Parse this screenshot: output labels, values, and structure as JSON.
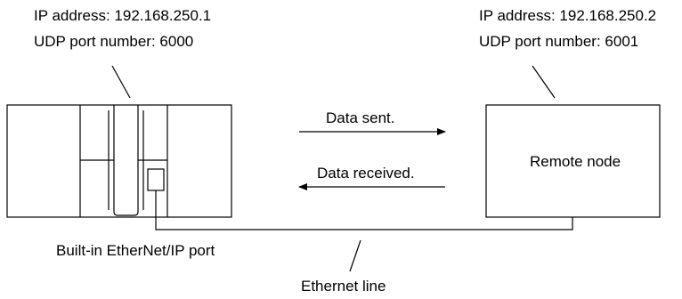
{
  "controller": {
    "ip_line": "IP address: 192.168.250.1",
    "udp_line": "UDP port number: 6000",
    "port_label": "Built-in EtherNet/IP port"
  },
  "remote": {
    "ip_line": "IP address: 192.168.250.2",
    "udp_line": "UDP port number: 6001",
    "box_label": "Remote node"
  },
  "arrows": {
    "sent_label": "Data sent.",
    "received_label": "Data received."
  },
  "network": {
    "cable_label": "Ethernet line"
  }
}
